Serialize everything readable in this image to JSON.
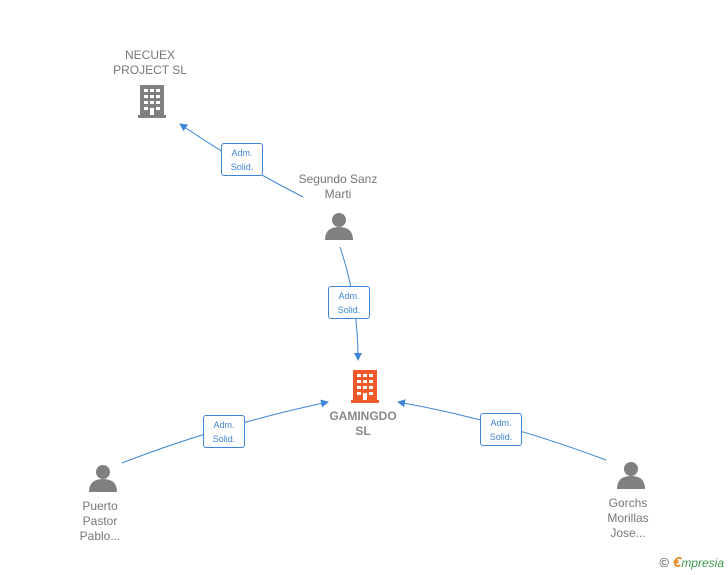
{
  "nodes": {
    "necuex": {
      "label": "NECUEX PROJECT SL",
      "type": "company"
    },
    "segundo": {
      "label": "Segundo Sanz Marti",
      "type": "person"
    },
    "gamingdo": {
      "label": "GAMINGDO SL",
      "type": "company",
      "highlight": true
    },
    "puerto": {
      "label": "Puerto Pastor Pablo...",
      "type": "person"
    },
    "gorchs": {
      "label": "Gorchs Morillas Jose...",
      "type": "person"
    }
  },
  "edges": {
    "segundo_necuex": {
      "line1": "Adm.",
      "line2": "Solid."
    },
    "segundo_gamingdo": {
      "line1": "Adm.",
      "line2": "Solid."
    },
    "puerto_gamingdo": {
      "line1": "Adm.",
      "line2": "Solid."
    },
    "gorchs_gamingdo": {
      "line1": "Adm.",
      "line2": "Solid."
    }
  },
  "footer": {
    "copyright": "©",
    "brand_initial": "€",
    "brand_rest": "mpresia"
  },
  "colors": {
    "edge": "#3f86d6",
    "company": "#808080",
    "highlight_company": "#f0592a",
    "person": "#808080"
  }
}
